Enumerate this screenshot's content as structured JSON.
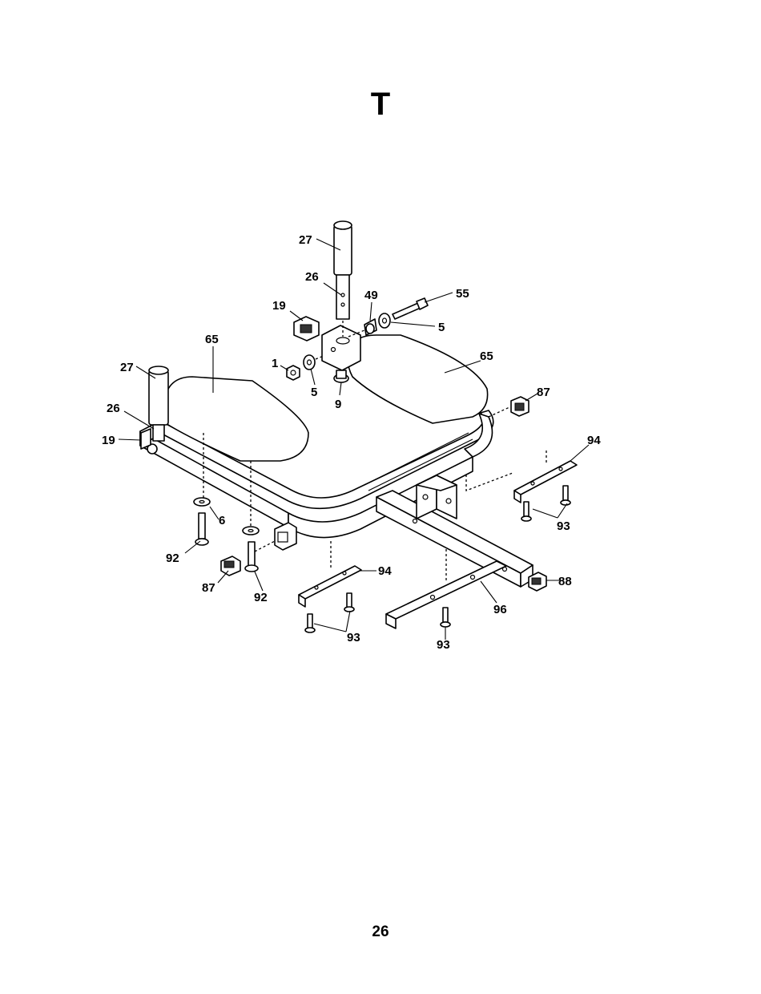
{
  "section_letter": "T",
  "page_number": "26",
  "labels": [
    "27",
    "26",
    "19",
    "49",
    "55",
    "5",
    "65",
    "1",
    "5",
    "9",
    "65",
    "87",
    "27",
    "26",
    "19",
    "94",
    "6",
    "92",
    "87",
    "92",
    "94",
    "93",
    "88",
    "96",
    "93",
    "93"
  ]
}
